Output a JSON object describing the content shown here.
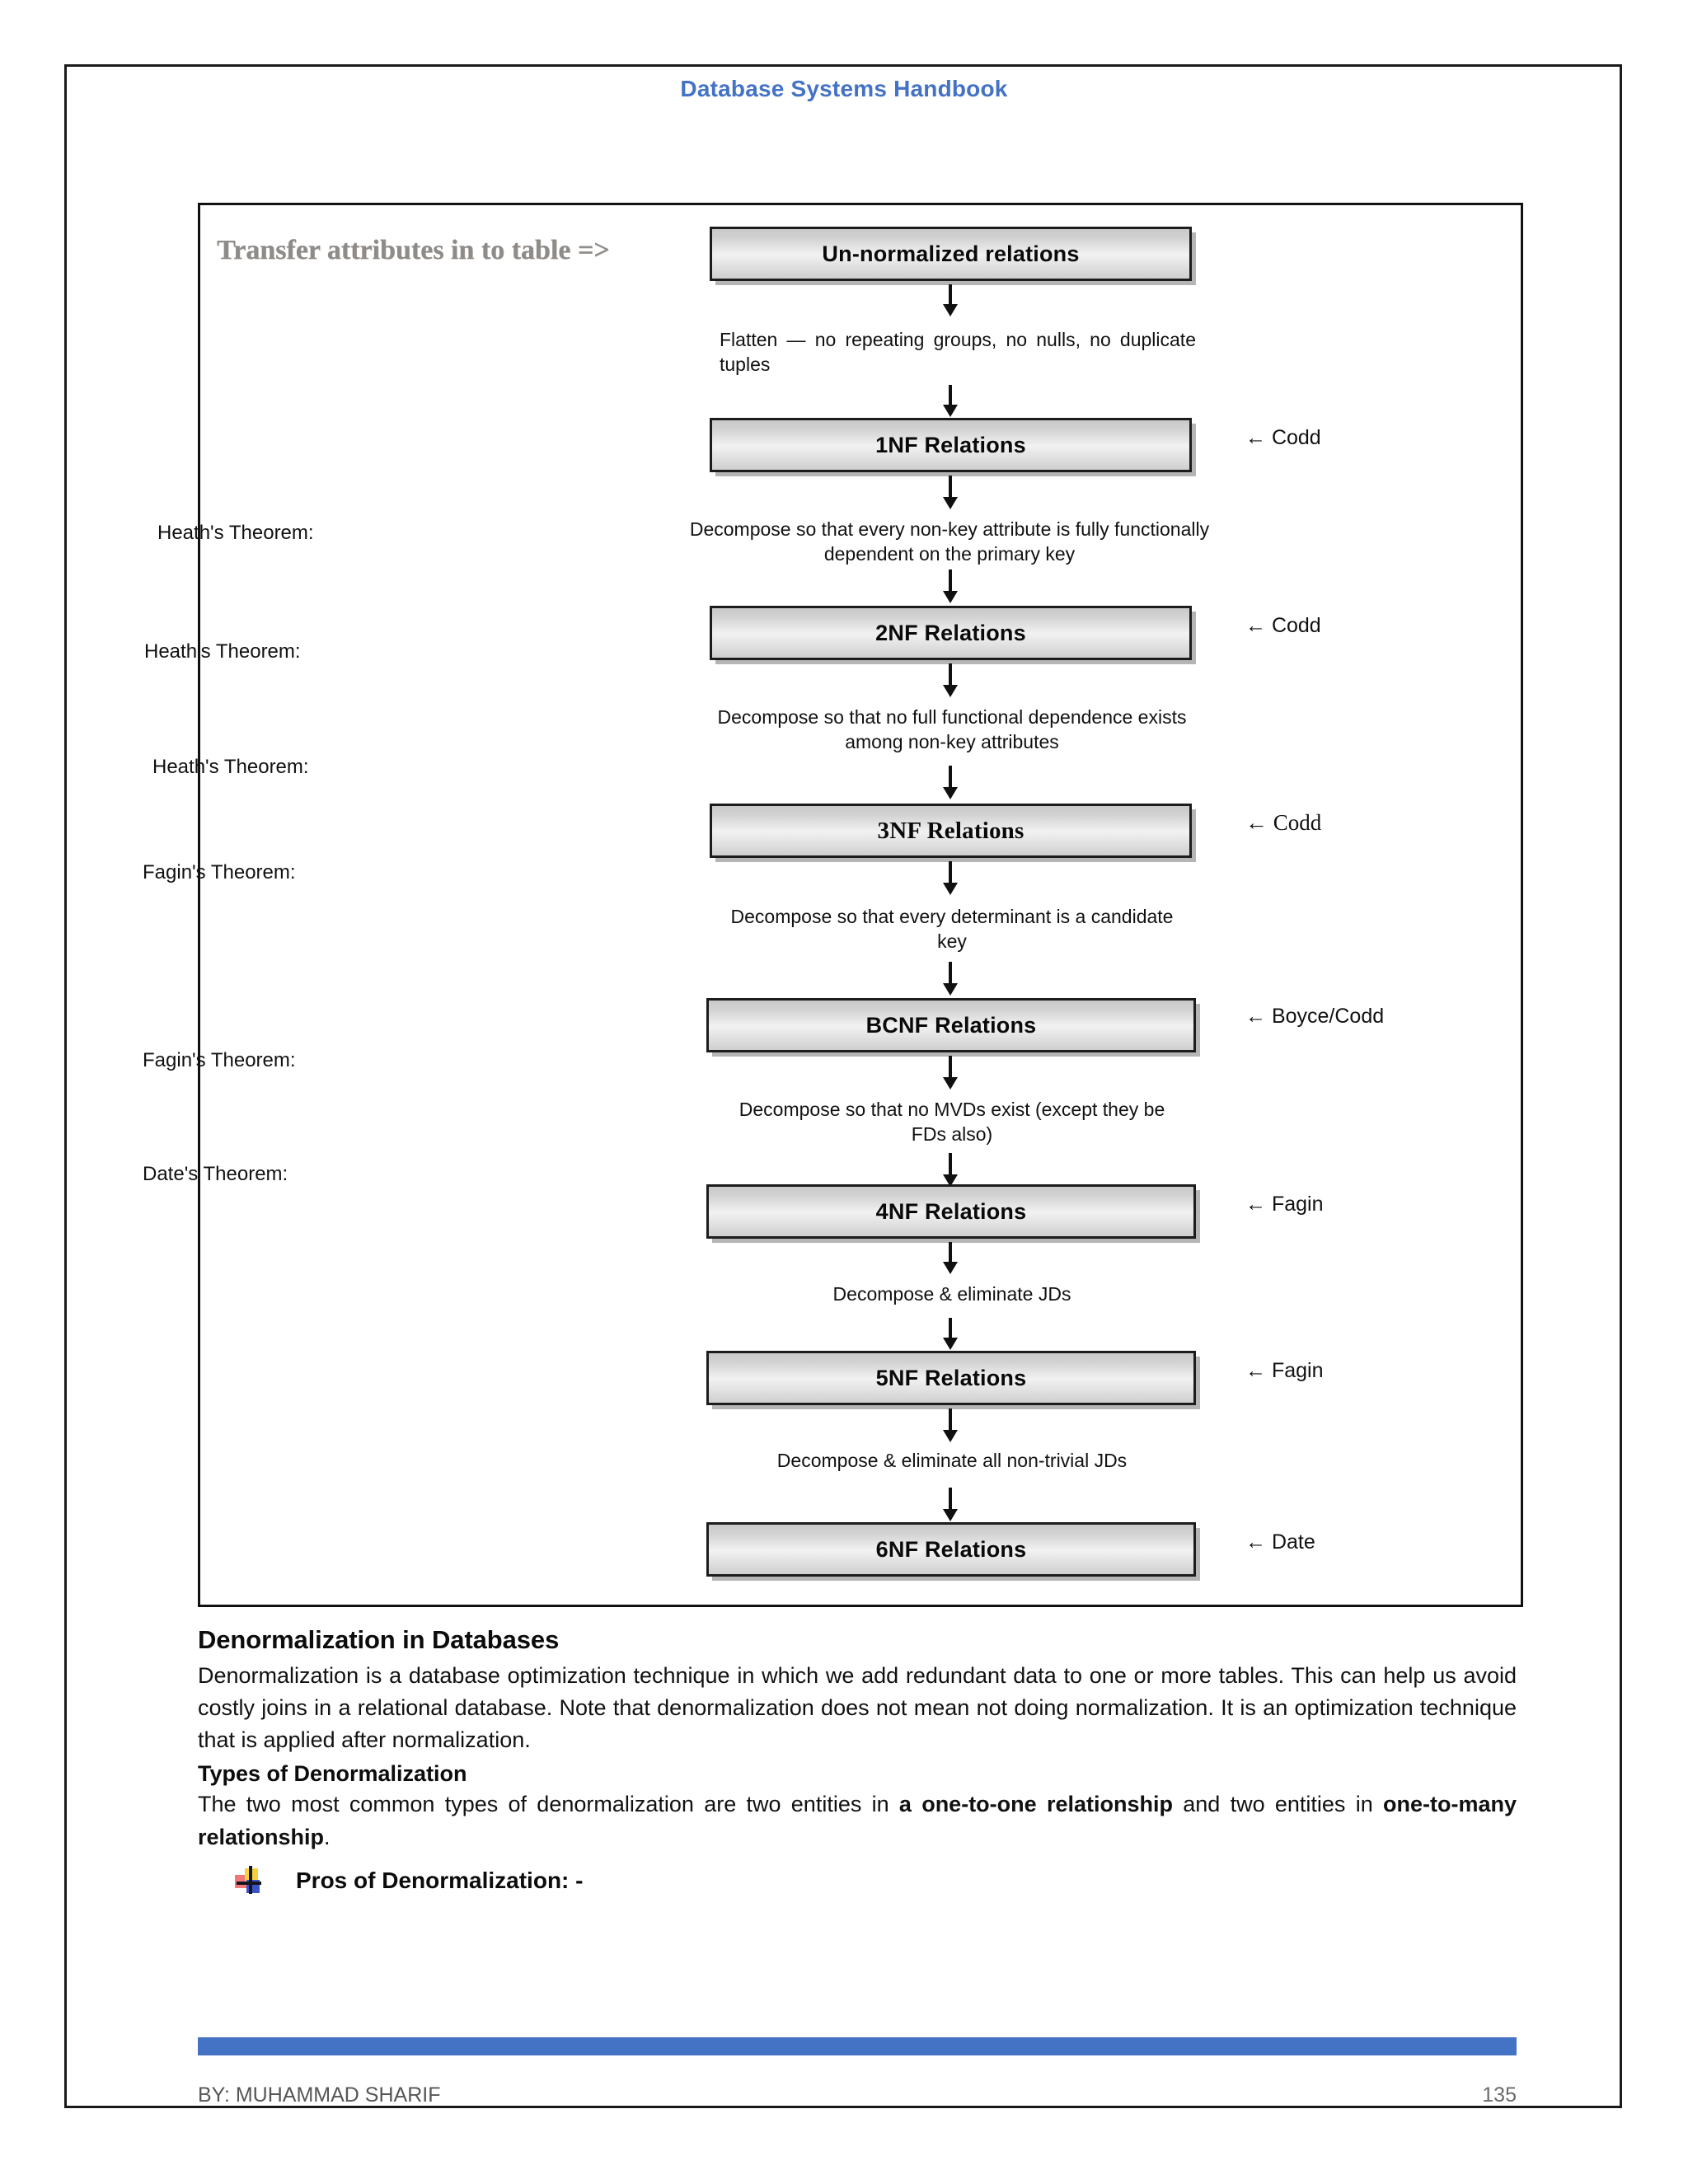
{
  "header": {
    "title": "Database Systems Handbook",
    "title_color": "#4472c4"
  },
  "diagram": {
    "title": "Transfer attributes in to table =>",
    "nodes": [
      {
        "label": "Un-normalized relations",
        "credit": ""
      },
      {
        "label": "1NF Relations",
        "credit": "← Codd"
      },
      {
        "label": "2NF Relations",
        "credit": "← Codd"
      },
      {
        "label": "3NF Relations",
        "credit": "← Codd"
      },
      {
        "label": "BCNF Relations",
        "credit": "← Boyce/Codd"
      },
      {
        "label": "4NF Relations",
        "credit": "← Fagin"
      },
      {
        "label": "5NF Relations",
        "credit": "← Fagin"
      },
      {
        "label": "6NF Relations",
        "credit": "← Date"
      }
    ],
    "steps": [
      "Flatten — no repeating groups, no nulls, no duplicate tuples",
      "Decompose so that every non-key attribute is fully functionally dependent on the primary key",
      "Decompose so that no full functional dependence exists among non-key attributes",
      "Decompose so that every determinant is a candidate key",
      "Decompose so that no MVDs exist (except they be FDs also)",
      "Decompose & eliminate JDs",
      "Decompose & eliminate all non-trivial JDs"
    ],
    "theorems": [
      "Heath's Theorem:",
      "Heath's Theorem:",
      "Heath's Theorem:",
      "Fagin's Theorem:",
      "Fagin's Theorem:",
      "Date's Theorem:"
    ]
  },
  "body": {
    "heading": "Denormalization in Databases",
    "paragraph1": "Denormalization is a database optimization technique in which we add redundant data to one or more tables. This can help us avoid costly joins in a relational database. Note that denormalization does not mean not doing normalization. It is an optimization technique that is applied after normalization.",
    "subheading": "Types of Denormalization",
    "paragraph2_part1": "The two most common types of denormalization are two entities in ",
    "paragraph2_bold1": "a one-to-one relationship",
    "paragraph2_part2": " and two entities in ",
    "paragraph2_bold2": "one-to-many relationship",
    "paragraph2_part3": ".",
    "bullet_label": "Pros of Denormalization: -"
  },
  "footer": {
    "author": "BY: MUHAMMAD SHARIF",
    "page_number": "135",
    "bar_color": "#4472c4"
  }
}
